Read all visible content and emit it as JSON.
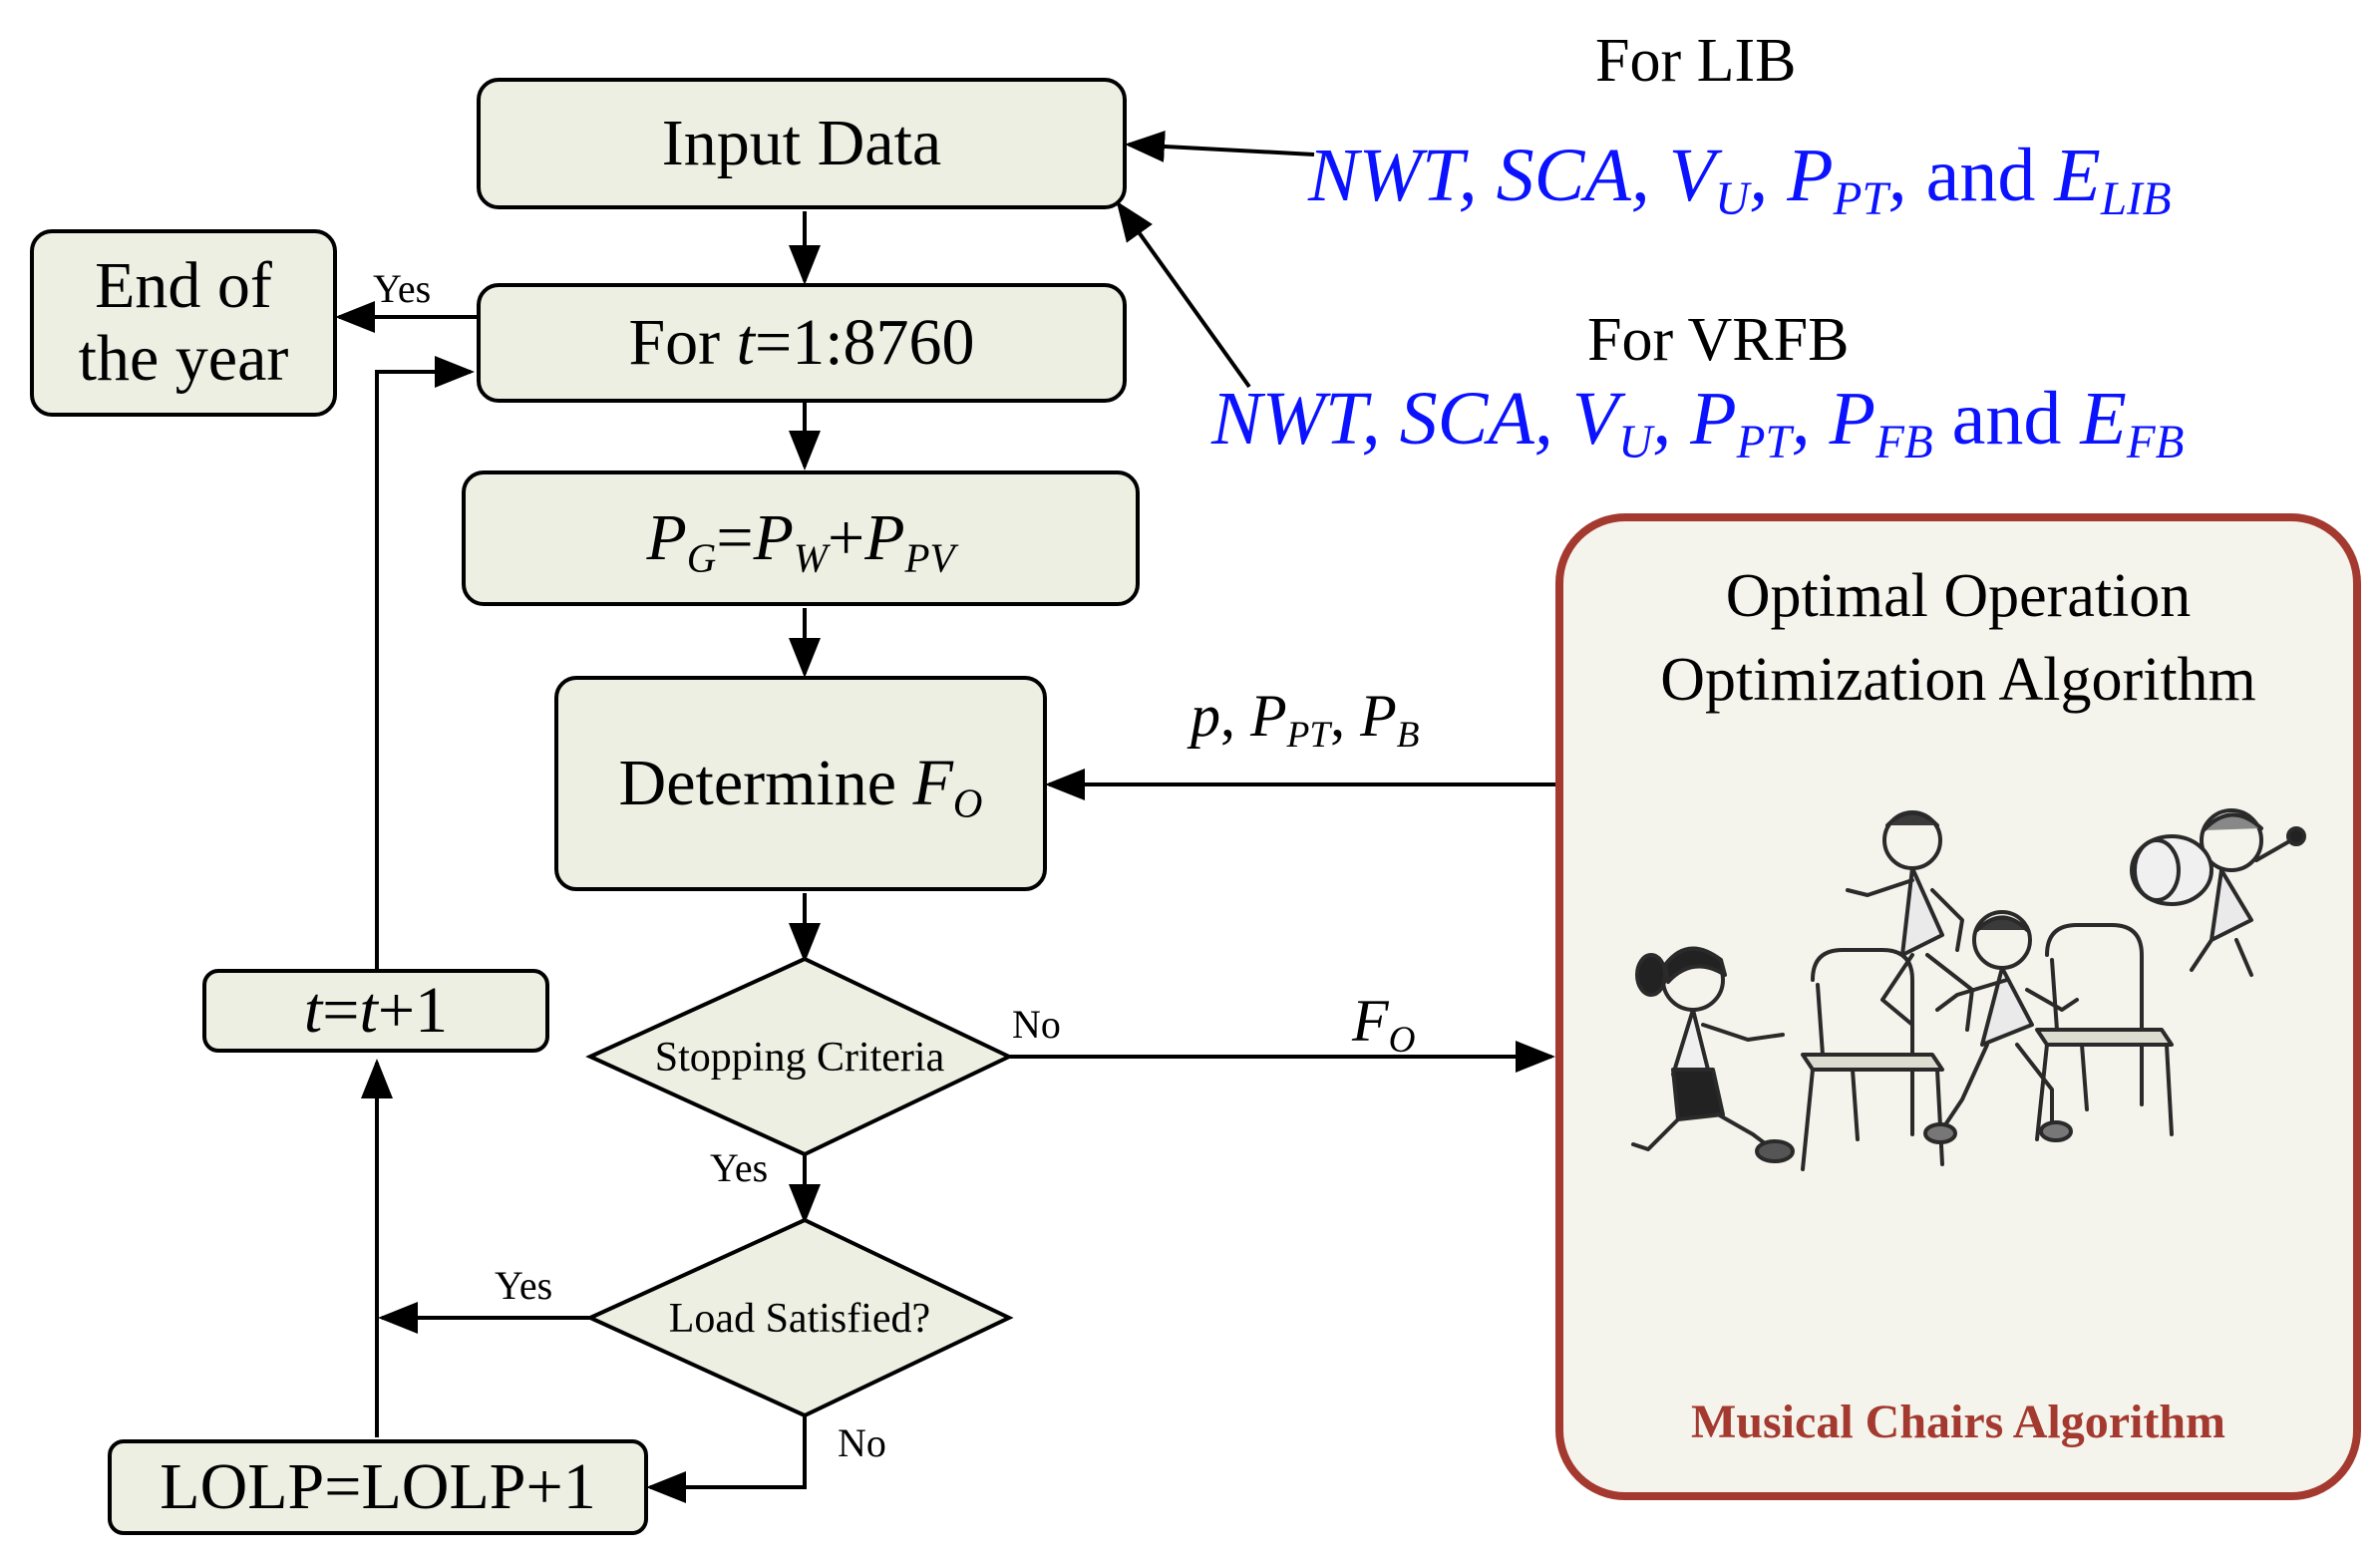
{
  "boxes": {
    "input_data": "Input Data",
    "end_of_year_line1": "End of",
    "end_of_year_line2": "the year",
    "for_loop_prefix": "For ",
    "for_loop_var": "t",
    "for_loop_range": "=1:8760",
    "power_eq": {
      "P": "P",
      "G": "G",
      "eq": "=",
      "W": "W",
      "plus": "+",
      "PV": "PV"
    },
    "determine_label": "Determine ",
    "determine_F": "F",
    "determine_sub": "O",
    "increment": {
      "t1": "t",
      "eq": "=",
      "t2": "t",
      "rest": "+1"
    },
    "lolp": "LOLP=LOLP+1",
    "stopping_criteria": "Stopping Criteria",
    "load_satisfied": "Load Satisfied?"
  },
  "edge_labels": {
    "yes_end": "Yes",
    "no_stop": "No",
    "yes_stop": "Yes",
    "yes_load": "Yes",
    "no_load": "No",
    "fo_F": "F",
    "fo_sub": "O",
    "feedback": {
      "p": "p",
      "comma": ", ",
      "P1": "P",
      "PT": "PT",
      "P2": "P",
      "B": "B"
    }
  },
  "lib": {
    "heading": "For LIB",
    "nwt": "NWT",
    "sca": "SCA",
    "v": "V",
    "v_sub": "U",
    "p": "P",
    "p_sub": "PT",
    "and": "and",
    "e": "E",
    "e_sub": "LIB"
  },
  "vrfb": {
    "heading": "For VRFB",
    "nwt": "NWT",
    "sca": "SCA",
    "v": "V",
    "v_sub": "U",
    "p": "P",
    "p_sub": "PT",
    "pfb": "P",
    "pfb_sub": "FB",
    "and": "and",
    "e": "E",
    "e_sub": "FB"
  },
  "optimizer": {
    "title_line1": "Optimal Operation",
    "title_line2": "Optimization Algorithm",
    "algorithm_name": "Musical Chairs Algorithm",
    "illustration": "musical-chairs-illustration"
  },
  "colors": {
    "box_fill": "#ecefe2",
    "blue_text": "#0a12ff",
    "panel_border": "#a4392f",
    "algorithm_text": "#a4392f"
  }
}
